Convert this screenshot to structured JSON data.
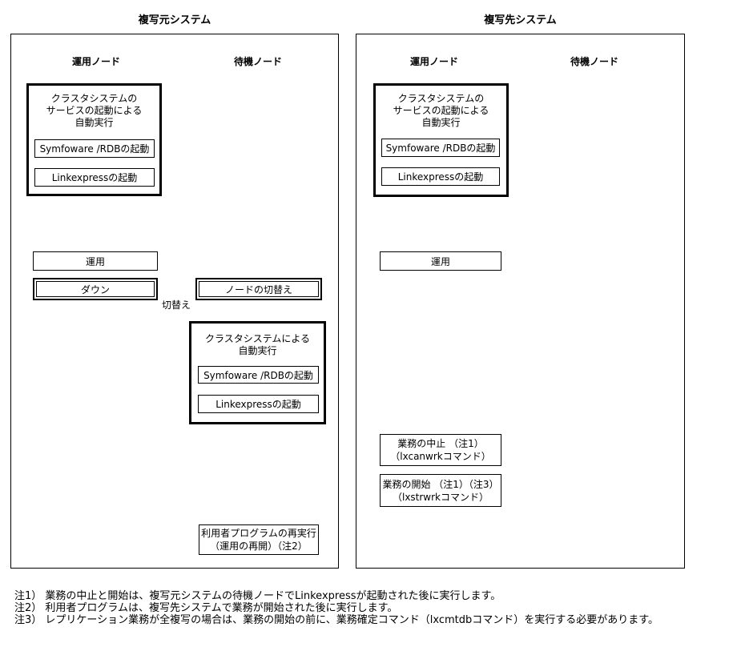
{
  "source": {
    "title": "複写元システム",
    "active_header": "運用ノード",
    "standby_header": "待機ノード",
    "cluster_service": {
      "line1": "クラスタシステムの",
      "line2": "サービスの起動による",
      "line3": "自動実行",
      "step1": "Symfoware /RDBの起動",
      "step2": "Linkexpressの起動"
    },
    "operation": "運用",
    "down": "ダウン",
    "switch_label": "切替え",
    "node_switch": "ノードの切替え",
    "cluster_auto": {
      "line1": "クラスタシステムによる",
      "line2": "自動実行",
      "step1": "Symfoware /RDBの起動",
      "step2": "Linkexpressの起動"
    },
    "user_program": {
      "line1": "利用者プログラムの再実行",
      "line2": "（運用の再開）（注2）"
    }
  },
  "dest": {
    "title": "複写先システム",
    "active_header": "運用ノード",
    "standby_header": "待機ノード",
    "cluster_service": {
      "line1": "クラスタシステムの",
      "line2": "サービスの起動による",
      "line3": "自動実行",
      "step1": "Symfoware /RDBの起動",
      "step2": "Linkexpressの起動"
    },
    "operation": "運用",
    "work_cancel": {
      "line1": "業務の中止 （注1）",
      "line2": "（lxcanwrkコマンド）"
    },
    "work_start": {
      "line1": "業務の開始 （注1）（注3）",
      "line2": "（lxstrwrkコマンド）"
    }
  },
  "notes": {
    "note1": "注1） 業務の中止と開始は、複写元システムの待機ノードでLinkexpressが起動された後に実行します。",
    "note2": "注2） 利用者プログラムは、複写先システムで業務が開始された後に実行します。",
    "note3": "注3） レプリケーション業務が全複写の場合は、業務の開始の前に、業務確定コマンド（lxcmtdbコマンド）を実行する必要があります。"
  },
  "colors": {
    "line": "#000000",
    "background": "#ffffff"
  }
}
